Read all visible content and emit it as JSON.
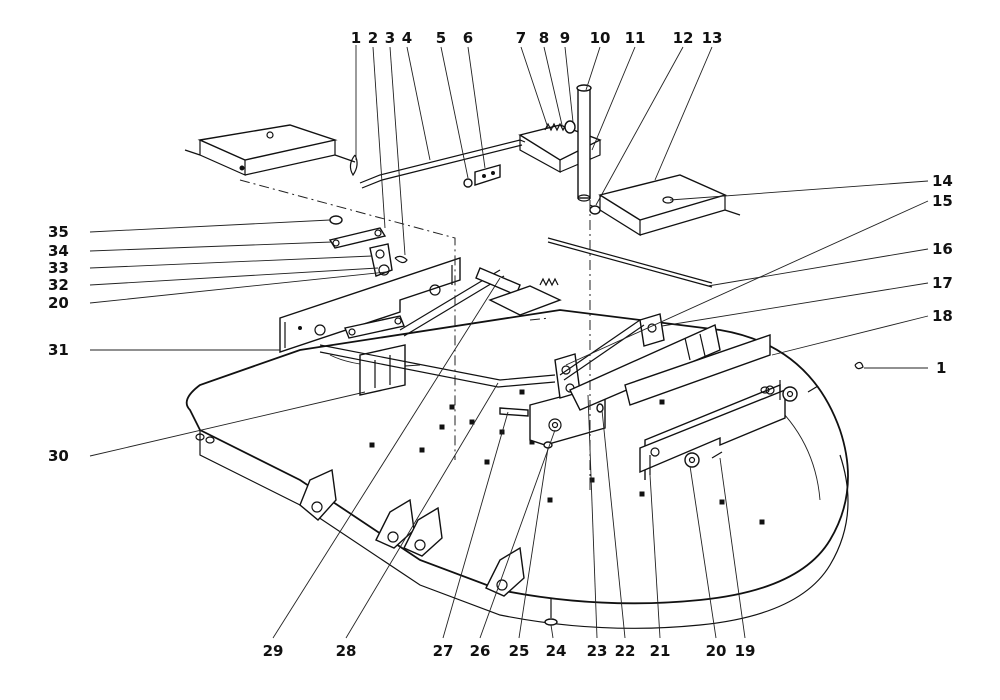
{
  "labels": {
    "n1": "1",
    "n2": "2",
    "n3": "3",
    "n4": "4",
    "n5": "5",
    "n6": "6",
    "n7": "7",
    "n8": "8",
    "n9": "9",
    "n10": "10",
    "n11": "11",
    "n12": "12",
    "n13": "13",
    "n14": "14",
    "n15": "15",
    "n16": "16",
    "n17": "17",
    "n18": "18",
    "n19": "19",
    "n20": "20",
    "n21": "21",
    "n22": "22",
    "n23": "23",
    "n24": "24",
    "n25": "25",
    "n26": "26",
    "n27": "27",
    "n28": "28",
    "n29": "29",
    "n30": "30",
    "n31": "31",
    "n32": "32",
    "n33": "33",
    "n34": "34",
    "n35": "35"
  }
}
